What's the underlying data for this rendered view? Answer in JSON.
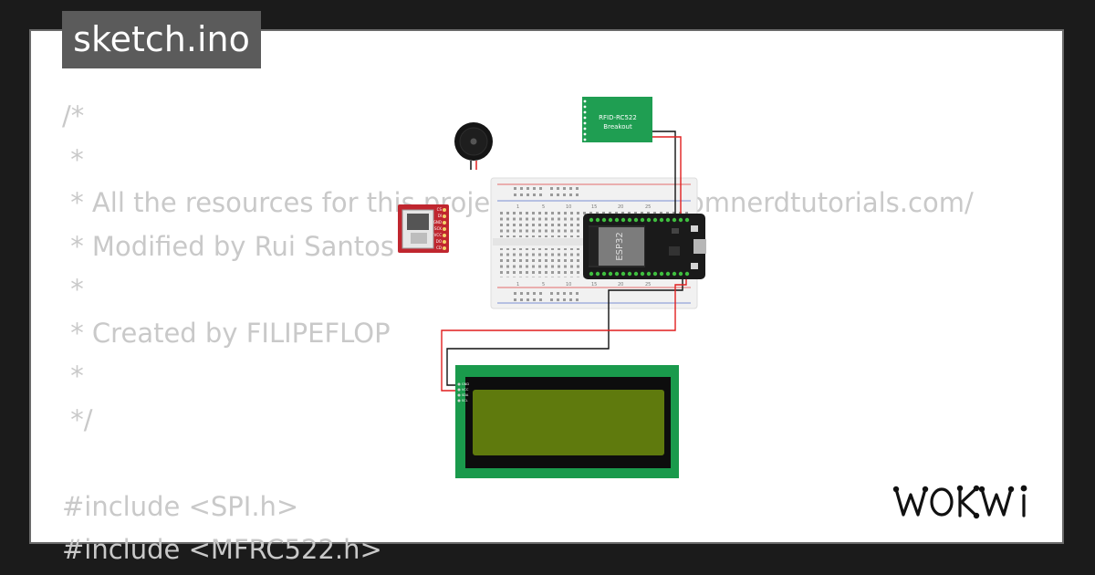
{
  "tab": {
    "label": "sketch.ino"
  },
  "code_lines": [
    "/*",
    " *",
    " * All the resources for this project: https://randomnerdtutorials.com/",
    " * Modified by Rui Santos",
    " *",
    " * Created by FILIPEFLOP",
    " *",
    " */",
    "",
    "#include <SPI.h>",
    "#include <MFRC522.h>"
  ],
  "components": {
    "rfid_label_1": "RFID-RC522",
    "rfid_label_2": "Breakout",
    "esp32_label": "ESP32",
    "sd_pins": [
      "CS",
      "DI",
      "GND",
      "SCK",
      "VCC",
      "DO",
      "CD"
    ],
    "lcd_pins": [
      "GND",
      "VCC",
      "SDA",
      "SCL"
    ],
    "breadboard_numbers": [
      "1",
      "5",
      "10",
      "15",
      "20",
      "25"
    ]
  },
  "colors": {
    "wire_red": "#e11f1f",
    "wire_black": "#111111",
    "pcb_green": "#1f9e52",
    "lcd_screen": "#5f7a0d"
  },
  "brand": {
    "logo": "WOKWI"
  }
}
